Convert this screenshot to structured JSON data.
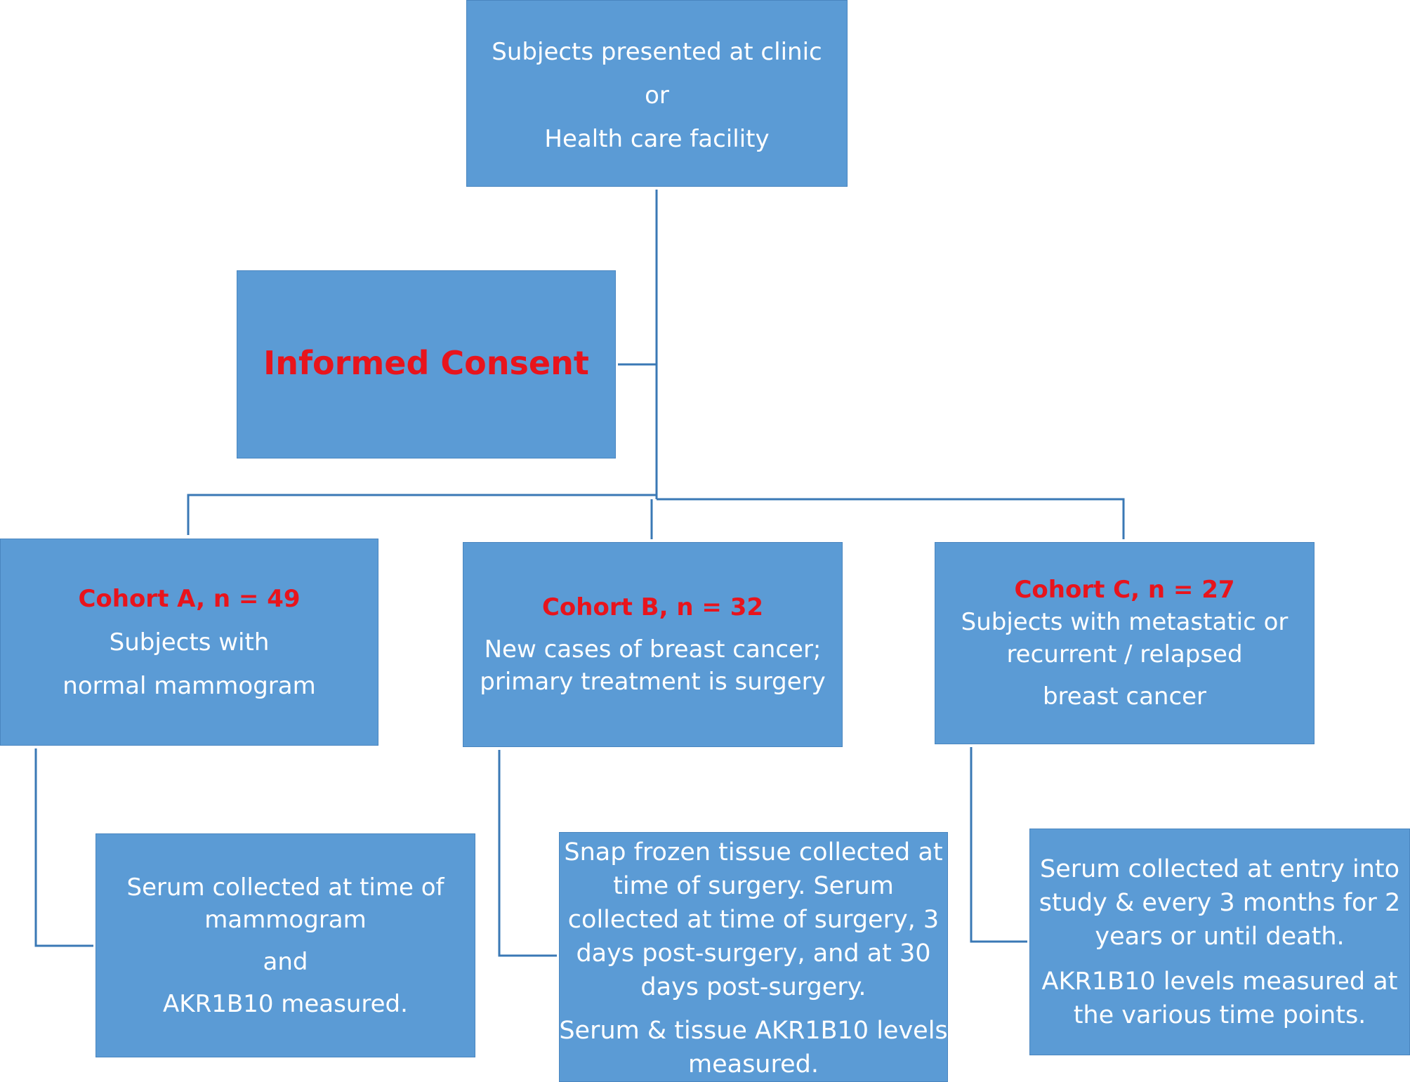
{
  "top_box": {
    "line1": "Subjects presented at clinic",
    "line2": "or",
    "line3": "Health care facility"
  },
  "consent_box": {
    "title": "Informed Consent"
  },
  "cohort_a": {
    "title": "Cohort A, n = 49",
    "line1": "Subjects with",
    "line2": "normal mammogram"
  },
  "cohort_b": {
    "title": "Cohort B, n = 32",
    "line1": "New cases of breast cancer;",
    "line2": "primary treatment is surgery"
  },
  "cohort_c": {
    "title": "Cohort C, n = 27",
    "line1": "Subjects with metastatic or",
    "line2": "recurrent / relapsed",
    "line3": "breast cancer"
  },
  "procedure_a": {
    "line1": "Serum collected at time of",
    "line2": "mammogram",
    "line3": "and",
    "line4": "AKR1B10 measured."
  },
  "procedure_b": {
    "line1": "Snap frozen tissue collected at",
    "line2": "time of surgery. Serum",
    "line3": "collected at time of surgery, 3",
    "line4": "days post-surgery, and at 30",
    "line5": "days post-surgery.",
    "line6": "Serum & tissue AKR1B10 levels",
    "line7": "measured."
  },
  "procedure_c": {
    "line1": "Serum collected at entry into",
    "line2": "study & every 3 months for 2",
    "line3": "years or until death.",
    "line4": "AKR1B10 levels measured at",
    "line5": "the various time points."
  },
  "colors": {
    "box_fill": "#5b9bd5",
    "box_text": "#ffffff",
    "highlight_text": "#e8141c",
    "connector": "#3a78b5"
  }
}
